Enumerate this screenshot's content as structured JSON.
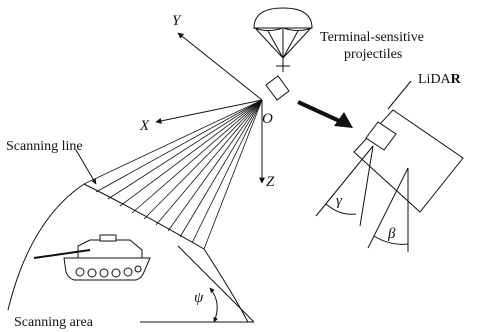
{
  "labels": {
    "axis_y": "Y",
    "axis_x": "X",
    "axis_z": "Z",
    "origin": "O",
    "projectile_line1": "Terminal-sensitive",
    "projectile_line2": "projectiles",
    "lidar_prefix": "LiDA",
    "lidar_suffix": "R",
    "scanning_line": "Scanning line",
    "scanning_area": "Scanning area",
    "gamma": "γ",
    "beta": "β",
    "psi": "ψ"
  },
  "colors": {
    "stroke": "#111111",
    "background": "#ffffff"
  }
}
